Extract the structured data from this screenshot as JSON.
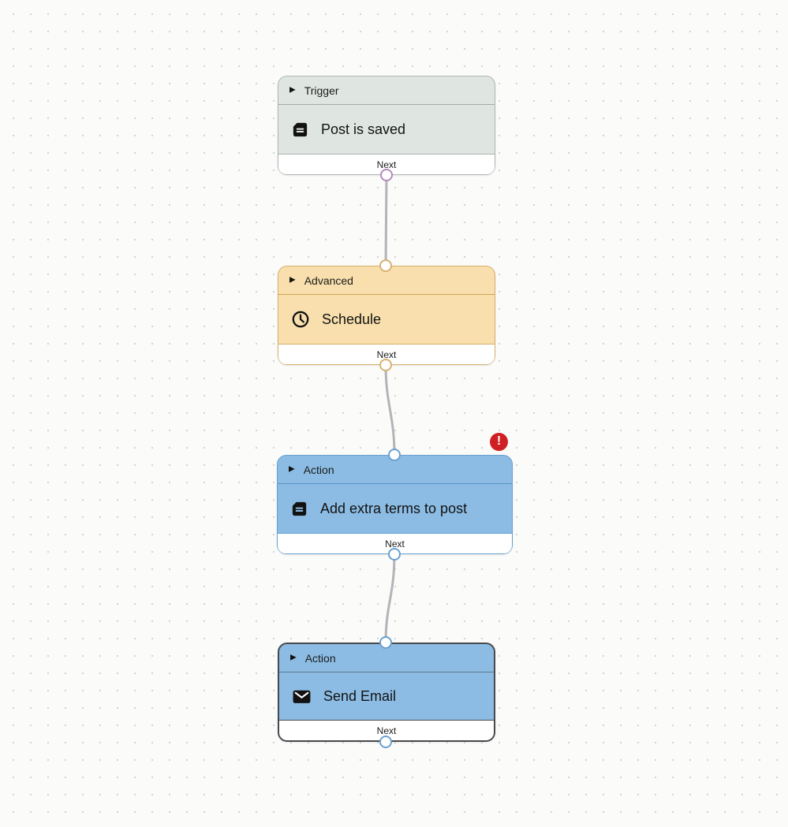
{
  "canvas": {
    "background_color": "#fbfbfa",
    "dot_grid_color": "#d2d2d2"
  },
  "ui": {
    "expander_glyph": "▶"
  },
  "nodes": [
    {
      "id": "trigger",
      "category": "Trigger",
      "title": "Post is saved",
      "icon": "document-icon",
      "footer_label": "Next",
      "colors": {
        "fill": "#dfe5e0",
        "border": "#aeb7b0"
      },
      "output_port_color": "#b28bbb"
    },
    {
      "id": "advanced",
      "category": "Advanced",
      "title": "Schedule",
      "icon": "clock-icon",
      "footer_label": "Next",
      "colors": {
        "fill": "#f8dfad",
        "border": "#d6b06a"
      },
      "output_port_color": "#d8b170"
    },
    {
      "id": "action-add-terms",
      "category": "Action",
      "title": "Add extra terms to post",
      "icon": "document-icon",
      "footer_label": "Next",
      "colors": {
        "fill": "#8cbce4",
        "border": "#67a0d1"
      },
      "output_port_color": "#6aa0cf",
      "has_error_badge": true
    },
    {
      "id": "action-send-email",
      "category": "Action",
      "title": "Send Email",
      "icon": "envelope-icon",
      "footer_label": "Next",
      "colors": {
        "fill": "#8cbce4",
        "border": "#474a4d"
      },
      "output_port_color": "#6aa0cf",
      "selected": true
    }
  ],
  "edges": [
    {
      "from": "trigger",
      "to": "advanced"
    },
    {
      "from": "advanced",
      "to": "action-add-terms"
    },
    {
      "from": "action-add-terms",
      "to": "action-send-email"
    }
  ],
  "error_badge": {
    "glyph": "!",
    "color": "#d01f23"
  },
  "edge_color": "#b6b3b8"
}
